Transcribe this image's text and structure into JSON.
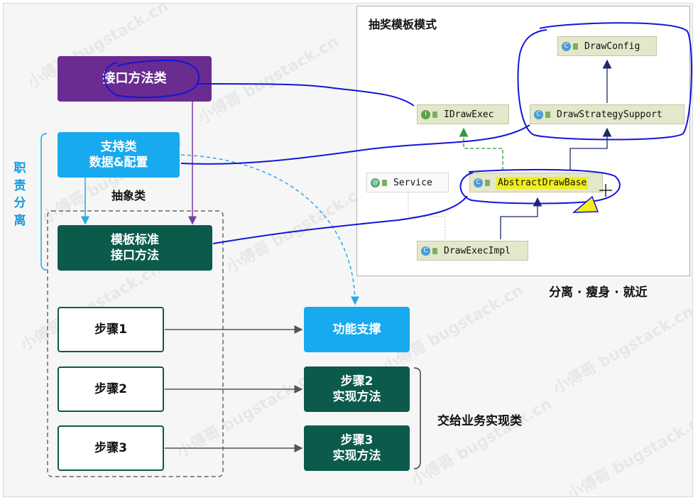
{
  "watermark": "小傅哥 bugstack.cn",
  "left": {
    "interface_box": "接口方法类",
    "support_box": [
      "支持类",
      "数据&配置"
    ],
    "abstract_label": "抽象类",
    "template_box": [
      "模板标准",
      "接口方法"
    ],
    "steps": [
      "步骤1",
      "步骤2",
      "步骤3"
    ],
    "responsibility_label": [
      "职",
      "责",
      "分",
      "离"
    ],
    "function_support": "功能支撑",
    "step_impl": [
      [
        "步骤2",
        "实现方法"
      ],
      [
        "步骤3",
        "实现方法"
      ]
    ],
    "delegate_label": "交给业务实现类"
  },
  "uml": {
    "title": "抽奖模板模式",
    "nodes": {
      "draw_config": "DrawConfig",
      "idraw_exec": "IDrawExec",
      "draw_strategy_support": "DrawStrategySupport",
      "service": "Service",
      "abstract_draw_base": "AbstractDrawBase",
      "draw_exec_impl": "DrawExecImpl"
    },
    "icons": {
      "class": "C",
      "interface": "I",
      "annotation": "@"
    }
  },
  "caption": "分离 · 瘦身 · 就近",
  "colors": {
    "purple": "#6a2c91",
    "light_blue": "#18aaee",
    "dark_green": "#0b5a4b",
    "pen_blue": "#1515d6",
    "arrow_navy": "#1b2a6b",
    "dep_green": "#2e9a3a",
    "highlight_yellow": "#f1ee1a"
  }
}
